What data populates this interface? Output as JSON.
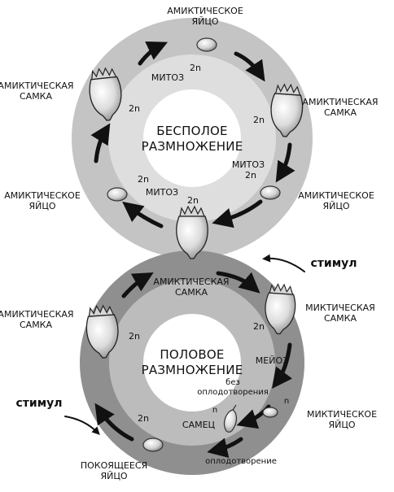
{
  "colors": {
    "outer_ring_top": "#c4c4c4",
    "inner_ring_top": "#dedede",
    "outer_ring_bottom": "#8f8f8f",
    "inner_ring_bottom": "#bcbcbc",
    "arrow": "#111111"
  },
  "top_cycle": {
    "title": "БЕСПОЛОЕ\nРАЗМНОЖЕНИЕ",
    "labels": {
      "amictic_egg_top": "АМИКТИЧЕСКОЕ\nЯЙЦО",
      "amictic_female_left": "АМИКТИЧЕСКАЯ\nСАМКА",
      "amictic_female_right": "АМИКТИЧЕСКАЯ\nСАМКА",
      "amictic_egg_left": "АМИКТИЧЕСКОЕ\nЯЙЦО",
      "amictic_egg_right": "АМИКТИЧЕСКОЕ\nЯЙЦО",
      "mitosis_top": "МИТОЗ",
      "mitosis_right": "МИТОЗ",
      "mitosis_bottom": "МИТОЗ",
      "ploidy_top": "2n",
      "ploidy_left": "2n",
      "ploidy_right": "2n",
      "ploidy_right_2": "2n",
      "ploidy_bottom_left": "2n",
      "ploidy_bottom": "2n"
    }
  },
  "bottom_cycle": {
    "title": "ПОЛОВОЕ\nРАЗМНОЖЕНИЕ",
    "labels": {
      "amictic_female_top": "АМИКТИЧЕСКАЯ\nСАМКА",
      "mictic_female": "МИКТИЧЕСКАЯ\nСАМКА",
      "amictic_female_left": "АМИКТИЧЕСКАЯ\nСАМКА",
      "meiosis": "МЕЙОЗ",
      "no_fertilization": "без\nоплодотворения",
      "male": "САМЕЦ",
      "mictic_egg": "МИКТИЧЕСКОЕ\nЯЙЦО",
      "fertilization": "оплодотворение",
      "resting_egg": "ПОКОЯЩЕЕСЯ\nЯЙЦО",
      "stimulus_top": "стимул",
      "stimulus_bottom": "стимул",
      "ploidy_right": "2n",
      "ploidy_left": "2n",
      "ploidy_bottom": "2n",
      "haploid_male": "n",
      "haploid_egg": "n"
    }
  }
}
